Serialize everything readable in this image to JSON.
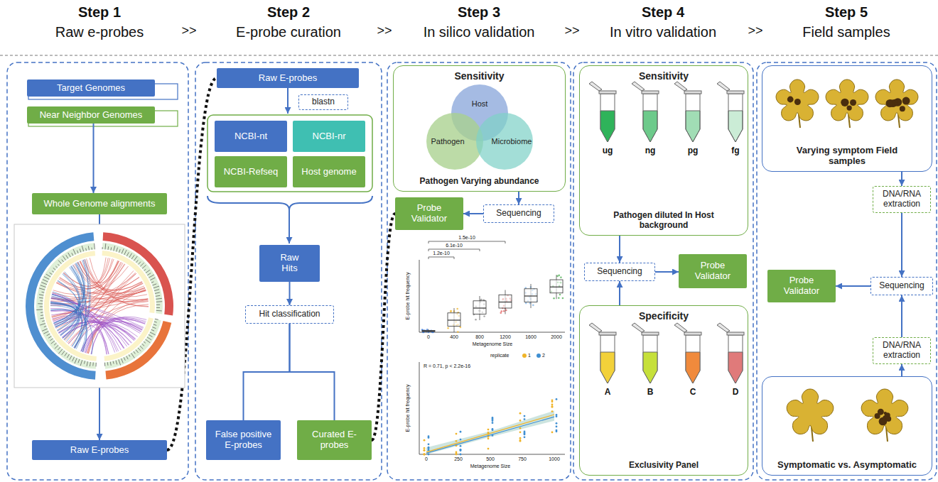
{
  "diagram": {
    "nodes": [
      {
        "text": [
          "Target Genomes"
        ]
      },
      {
        "text": [
          "Near Neighbor Genomes"
        ]
      },
      {
        "text": [
          "Whole Genome alignments"
        ]
      },
      {
        "text": [
          "Raw E-probes"
        ]
      },
      {
        "text": [
          "Raw E-probes"
        ]
      },
      {
        "text": [
          "blastn"
        ]
      },
      {
        "text": [
          "NCBI-nt"
        ]
      },
      {
        "text": [
          "NCBI-nr"
        ]
      },
      {
        "text": [
          "NCBI-Refseq"
        ]
      },
      {
        "text": [
          "Host genome"
        ]
      },
      {
        "text": [
          "Raw Hits"
        ]
      },
      {
        "text": [
          "Hit classification"
        ]
      },
      {
        "text": [
          "False positive E-probes"
        ]
      },
      {
        "text": [
          "Curated E-probes"
        ]
      },
      {
        "text": [
          "Sensitivity",
          "Pathogen Varying abundance"
        ]
      },
      {
        "text": [
          "Host"
        ],
        "in": 14
      },
      {
        "text": [
          "Pathogen"
        ],
        "in": 14
      },
      {
        "text": [
          "Microbiome"
        ],
        "in": 14
      },
      {
        "text": [
          "Probe Validator"
        ]
      },
      {
        "text": [
          "Sequencing"
        ]
      },
      {
        "text": [
          "Sensitivity",
          "Pathogen diluted In Host background"
        ]
      },
      {
        "text": [
          "Sequencing"
        ]
      },
      {
        "text": [
          "Probe Validator"
        ]
      },
      {
        "text": [
          "Specificity",
          "Exclusivity Panel"
        ]
      },
      {
        "text": [
          "Varying symptom Field samples"
        ]
      },
      {
        "text": [
          "DNA/RNA extraction"
        ]
      },
      {
        "text": [
          "Probe Validator"
        ]
      },
      {
        "text": [
          "Sequencing"
        ]
      },
      {
        "text": [
          "DNA/RNA extraction"
        ]
      },
      {
        "text": [
          "Symptomatic vs. Asymptomatic"
        ]
      }
    ],
    "edges": [
      {
        "from": 1,
        "to": 2,
        "arrow": "to"
      },
      {
        "from": 2,
        "to": 3,
        "arrow": "to"
      },
      {
        "from": 3,
        "to": 4,
        "arrow": "none"
      },
      {
        "from": 10,
        "to": 11,
        "arrow": "to"
      },
      {
        "from": 11,
        "to": 12,
        "arrow": "none"
      },
      {
        "from": 11,
        "to": 13,
        "arrow": "none"
      },
      {
        "from": 13,
        "to": 18,
        "arrow": "none"
      },
      {
        "from": 14,
        "to": 19,
        "arrow": "to"
      },
      {
        "from": 19,
        "to": 18,
        "arrow": "to"
      },
      {
        "from": 20,
        "to": 21,
        "arrow": "to"
      },
      {
        "from": 23,
        "to": 21,
        "arrow": "to"
      },
      {
        "from": 21,
        "to": 22,
        "arrow": "to"
      },
      {
        "from": 24,
        "to": 25,
        "arrow": "to"
      },
      {
        "from": 25,
        "to": 27,
        "arrow": "to"
      },
      {
        "from": 29,
        "to": 28,
        "arrow": "to"
      },
      {
        "from": 28,
        "to": 27,
        "arrow": "to"
      },
      {
        "from": 27,
        "to": 26,
        "arrow": "to"
      }
    ],
    "labels": [
      "Step 1",
      "Raw e-probes",
      ">>",
      "Step 2",
      "E-probe curation",
      ">>",
      "Step 3",
      "In silico validation",
      ">>",
      "Step 4",
      "In vitro validation",
      ">>",
      "Step 5",
      "Field samples",
      "ug",
      "ng",
      "pg",
      "fg",
      "A",
      "B",
      "C",
      "D",
      "1.5e-10",
      "6.1e-10",
      "1.2e-10",
      "E-probe hit frequency",
      "0",
      "400",
      "800",
      "1200",
      "1600",
      "2000",
      "Metagenome Size",
      "R = 0.71, p < 2.2e-16",
      "replicate",
      "E-probe hit frequency",
      "0",
      "250",
      "500",
      "750",
      "1000",
      "Metagenome Size"
    ],
    "legend": [
      {
        "text": "1",
        "color": "#f0b429"
      },
      {
        "text": "2",
        "color": "#3f8fd2"
      }
    ]
  }
}
